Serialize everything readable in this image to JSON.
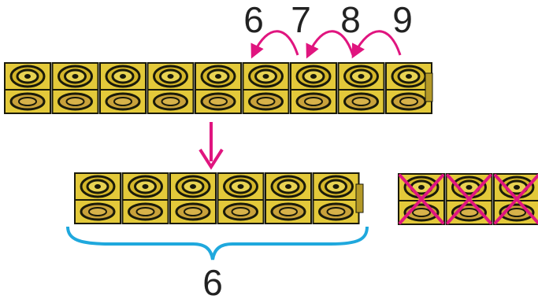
{
  "count_labels": [
    "6",
    "7",
    "8",
    "9"
  ],
  "result_label": "6",
  "rows": {
    "top_cube_count": 9,
    "middle_cube_count": 6,
    "crossed_cube_count": 3
  },
  "colors": {
    "cube_fill": "#e3c93a",
    "cube_outline": "#1a1a0a",
    "arrow": "#e0157f",
    "brace": "#1fa8dd",
    "cross": "#e0157f"
  },
  "icons": {
    "cube": "linking-cube-icon",
    "arrow": "curved-arrow-icon",
    "down_arrow": "down-arrow-icon",
    "brace": "curly-brace-icon",
    "cross": "cross-out-icon"
  }
}
